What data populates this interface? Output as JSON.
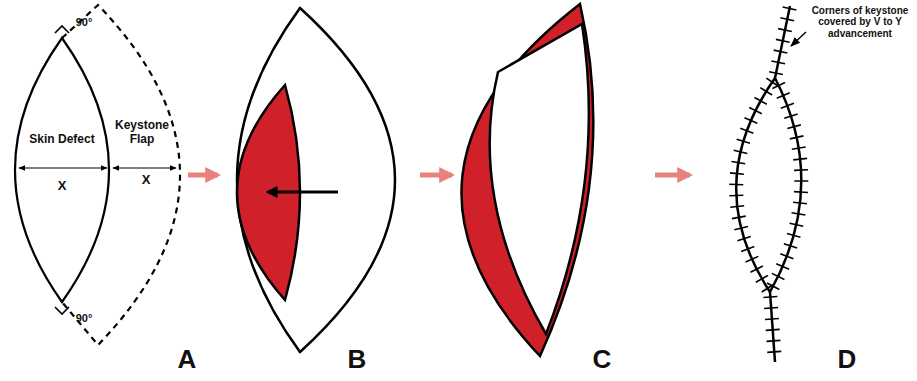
{
  "diagram": {
    "nodes": [
      {
        "text": [
          "Skin Defect",
          "X"
        ]
      },
      {
        "text": [
          "Keystone Flap",
          "X"
        ]
      }
    ],
    "labels": [
      "90°",
      "90°",
      "A",
      "B",
      "C",
      "D",
      "Corners of keystone covered by V to Y advancement"
    ]
  }
}
